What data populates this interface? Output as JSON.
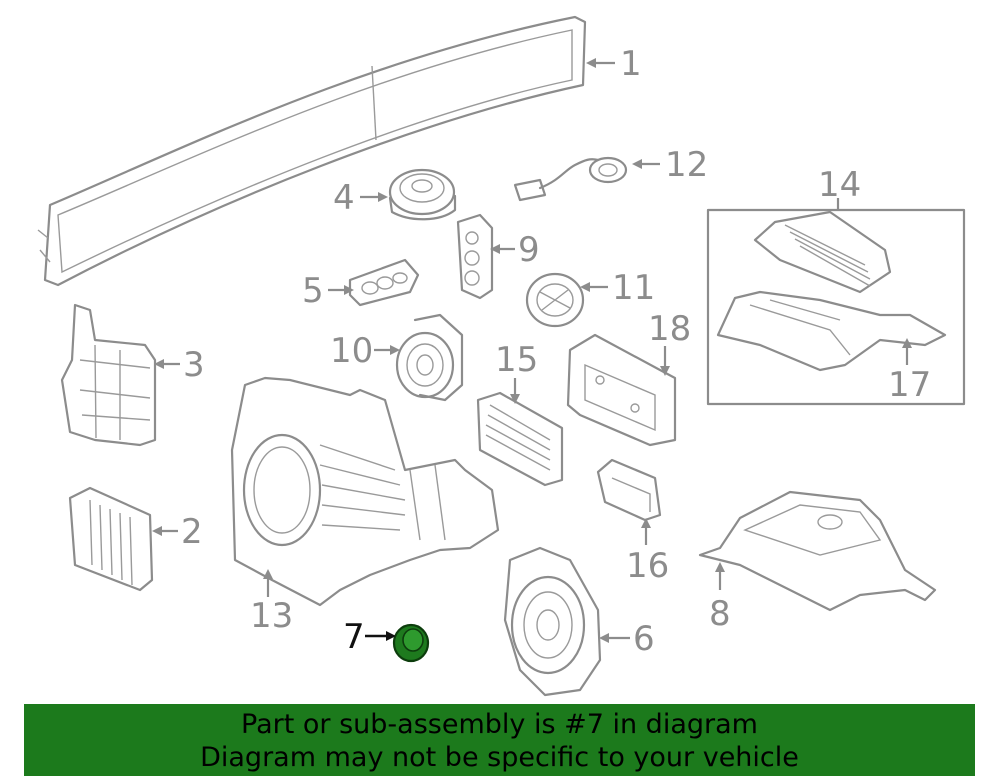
{
  "diagram": {
    "callouts": [
      {
        "num": "1"
      },
      {
        "num": "2"
      },
      {
        "num": "3"
      },
      {
        "num": "4"
      },
      {
        "num": "5"
      },
      {
        "num": "6"
      },
      {
        "num": "7"
      },
      {
        "num": "8"
      },
      {
        "num": "9"
      },
      {
        "num": "10"
      },
      {
        "num": "11"
      },
      {
        "num": "12"
      },
      {
        "num": "13"
      },
      {
        "num": "14"
      },
      {
        "num": "15"
      },
      {
        "num": "16"
      },
      {
        "num": "17"
      },
      {
        "num": "18"
      }
    ],
    "highlighted_part": "7",
    "colors": {
      "line_art": "#8c8c8c",
      "highlight": "#1e7a1e",
      "banner": "#1c7a1c"
    }
  },
  "banner": {
    "line1": "Part or sub-assembly is #7 in diagram",
    "line2": "Diagram may not be specific to your vehicle"
  }
}
